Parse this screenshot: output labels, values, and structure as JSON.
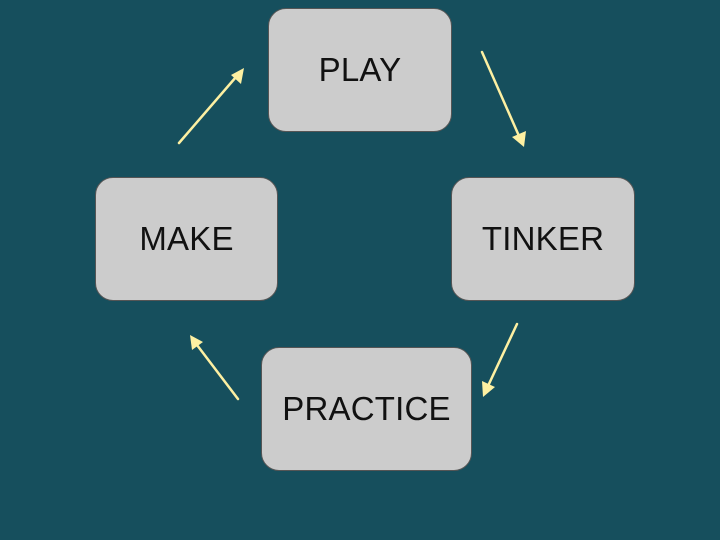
{
  "diagram": {
    "background_color": "#164f5d",
    "node_fill": "#cccccc",
    "node_border": "#555555",
    "arrow_color": "#fdf0a2",
    "nodes": [
      {
        "id": "play",
        "label": "PLAY"
      },
      {
        "id": "tinker",
        "label": "TINKER"
      },
      {
        "id": "practice",
        "label": "PRACTICE"
      },
      {
        "id": "make",
        "label": "MAKE"
      }
    ],
    "edges": [
      {
        "from": "play",
        "to": "tinker"
      },
      {
        "from": "tinker",
        "to": "practice"
      },
      {
        "from": "practice",
        "to": "make"
      },
      {
        "from": "make",
        "to": "play"
      }
    ]
  }
}
